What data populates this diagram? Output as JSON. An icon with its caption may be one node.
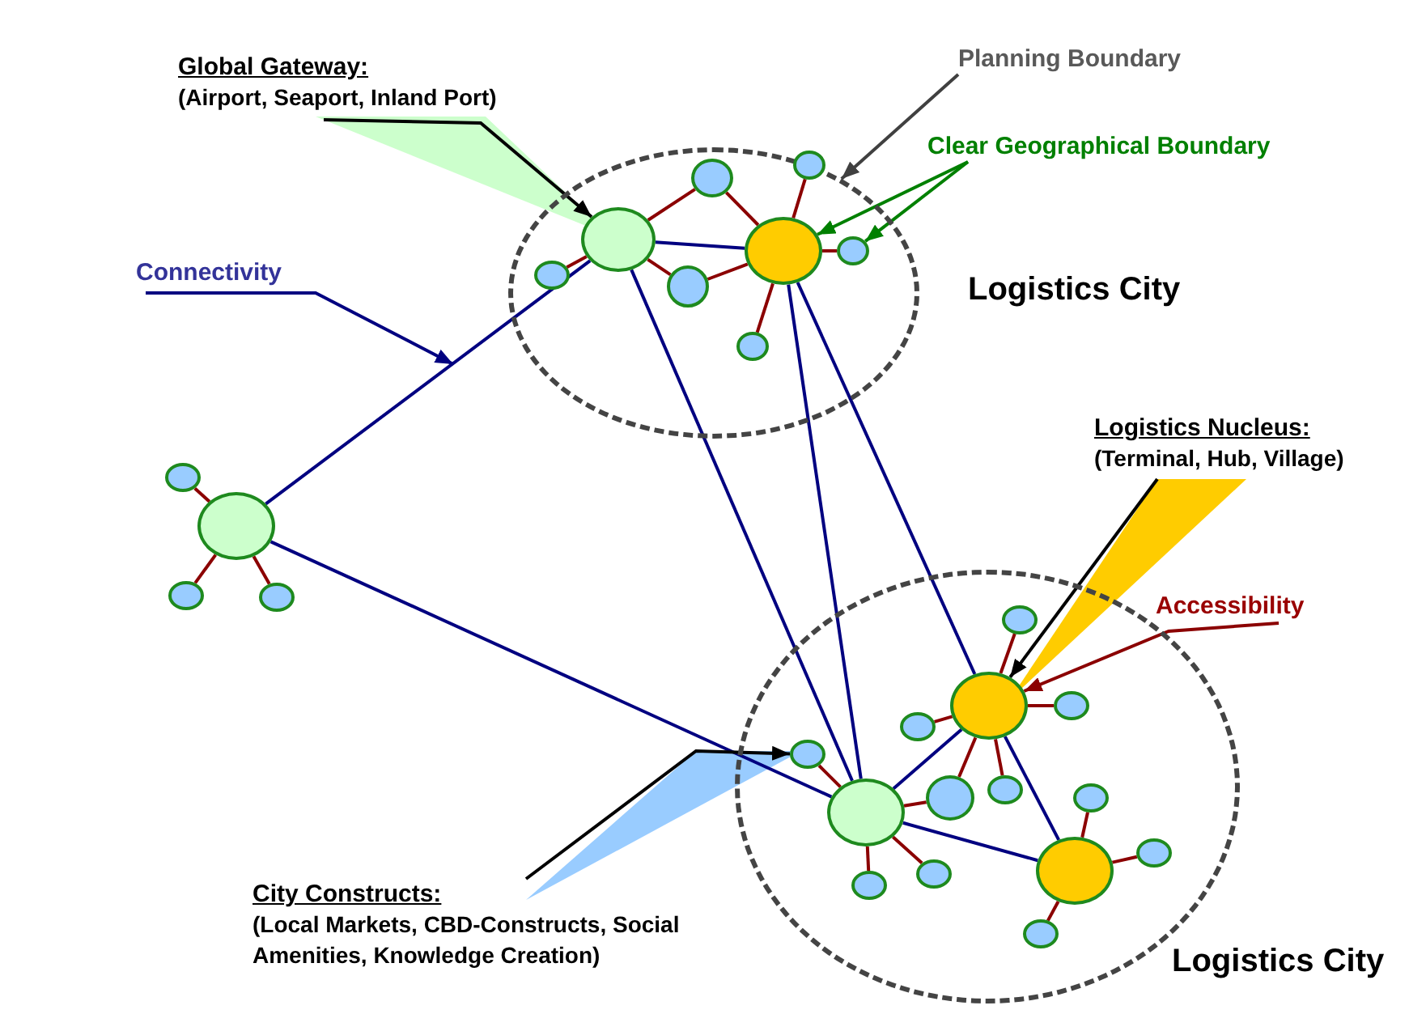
{
  "diagram": {
    "nodes": [
      {
        "text": [
          "Global Gateway:",
          "(Airport, Seaport, Inland Port)"
        ]
      },
      {
        "text": [
          "Planning Boundary"
        ]
      },
      {
        "text": [
          "Clear Geographical Boundary"
        ]
      },
      {
        "text": [
          "Connectivity"
        ]
      },
      {
        "text": [],
        "shape": "circle",
        "beside": [
          "Logistics City"
        ]
      },
      {
        "text": [],
        "shape": "circle",
        "in": 4
      },
      {
        "text": [],
        "shape": "circle",
        "in": 4
      },
      {
        "text": [],
        "shape": "circle",
        "in": 4
      },
      {
        "text": [],
        "shape": "circle",
        "in": 4
      },
      {
        "text": [],
        "shape": "circle",
        "in": 4
      },
      {
        "text": [],
        "shape": "circle",
        "in": 4
      },
      {
        "text": [],
        "shape": "circle",
        "in": 4
      },
      {
        "text": [],
        "shape": "circle",
        "in": 4
      },
      {
        "text": [],
        "shape": "circle"
      },
      {
        "text": [],
        "shape": "circle"
      },
      {
        "text": [],
        "shape": "circle"
      },
      {
        "text": [],
        "shape": "circle"
      },
      {
        "text": [],
        "shape": "circle",
        "beside": [
          "Logistics City"
        ]
      },
      {
        "text": [
          "Logistics Nucleus:",
          "(Terminal, Hub, Village)"
        ]
      },
      {
        "text": [
          "Accessibility"
        ]
      },
      {
        "text": [
          "City Constructs:",
          "(Local Markets, CBD-Constructs, Social Amenities, Knowledge Creation)"
        ]
      },
      {
        "text": [],
        "shape": "circle",
        "in": 17
      },
      {
        "text": [],
        "shape": "circle",
        "in": 17
      },
      {
        "text": [],
        "shape": "circle",
        "in": 17
      },
      {
        "text": [],
        "shape": "circle",
        "in": 17
      },
      {
        "text": [],
        "shape": "circle",
        "in": 17
      },
      {
        "text": [],
        "shape": "circle",
        "in": 17
      },
      {
        "text": [],
        "shape": "circle",
        "in": 17
      },
      {
        "text": [],
        "shape": "circle",
        "in": 17
      },
      {
        "text": [],
        "shape": "circle",
        "in": 17
      },
      {
        "text": [],
        "shape": "circle",
        "in": 17
      },
      {
        "text": [],
        "shape": "circle",
        "in": 17
      },
      {
        "text": [],
        "shape": "circle",
        "in": 17
      },
      {
        "text": [],
        "shape": "circle",
        "in": 17
      },
      {
        "text": [],
        "shape": "circle",
        "in": 17
      }
    ],
    "edges": [
      {
        "from": 0,
        "to": 5,
        "arrow": "to",
        "color": "#000000"
      },
      {
        "from": 1,
        "to": 4,
        "arrow": "to",
        "color": "#404040"
      },
      {
        "from": 2,
        "to": 6,
        "arrow": "to",
        "color": "#008000"
      },
      {
        "from": 2,
        "to": 11,
        "arrow": "to",
        "color": "#008000"
      },
      {
        "from": 3,
        "to": null,
        "arrow": "to",
        "color": "#000080"
      },
      {
        "from": 5,
        "to": 7,
        "arrow": "none"
      },
      {
        "from": 5,
        "to": 8,
        "arrow": "none"
      },
      {
        "from": 8,
        "to": 6,
        "arrow": "none"
      },
      {
        "from": 5,
        "to": 9,
        "arrow": "none"
      },
      {
        "from": 9,
        "to": 6,
        "arrow": "none"
      },
      {
        "from": 6,
        "to": 10,
        "arrow": "none"
      },
      {
        "from": 6,
        "to": 11,
        "arrow": "none"
      },
      {
        "from": 6,
        "to": 12,
        "arrow": "none"
      },
      {
        "from": 5,
        "to": 6,
        "arrow": "none",
        "color": "#000080"
      },
      {
        "from": 13,
        "to": 14,
        "arrow": "none"
      },
      {
        "from": 13,
        "to": 15,
        "arrow": "none"
      },
      {
        "from": 13,
        "to": 16,
        "arrow": "none"
      },
      {
        "from": 13,
        "to": 5,
        "arrow": "none",
        "color": "#000080"
      },
      {
        "from": 13,
        "to": 22,
        "arrow": "none",
        "color": "#000080"
      },
      {
        "from": 5,
        "to": 22,
        "arrow": "none",
        "color": "#000080"
      },
      {
        "from": 6,
        "to": 22,
        "arrow": "none",
        "color": "#000080"
      },
      {
        "from": 6,
        "to": 21,
        "arrow": "none",
        "color": "#000080"
      },
      {
        "from": 18,
        "to": 21,
        "arrow": "to",
        "color": "#000000"
      },
      {
        "from": 19,
        "to": 21,
        "arrow": "to"
      },
      {
        "from": 20,
        "to": 29,
        "arrow": "to",
        "color": "#000000"
      },
      {
        "from": 21,
        "to": 24,
        "arrow": "none"
      },
      {
        "from": 21,
        "to": 25,
        "arrow": "none"
      },
      {
        "from": 21,
        "to": 26,
        "arrow": "none"
      },
      {
        "from": 21,
        "to": 27,
        "arrow": "none"
      },
      {
        "from": 21,
        "to": 28,
        "arrow": "none"
      },
      {
        "from": 22,
        "to": 21,
        "arrow": "none",
        "color": "#000080"
      },
      {
        "from": 22,
        "to": 23,
        "arrow": "none",
        "color": "#000080"
      },
      {
        "from": 21,
        "to": 23,
        "arrow": "none",
        "color": "#000080"
      },
      {
        "from": 22,
        "to": 28,
        "arrow": "none"
      },
      {
        "from": 22,
        "to": 29,
        "arrow": "none"
      },
      {
        "from": 22,
        "to": 30,
        "arrow": "none"
      },
      {
        "from": 22,
        "to": 31,
        "arrow": "none"
      },
      {
        "from": 23,
        "to": 32,
        "arrow": "none"
      },
      {
        "from": 23,
        "to": 33,
        "arrow": "none"
      },
      {
        "from": 23,
        "to": 34,
        "arrow": "none"
      }
    ]
  }
}
